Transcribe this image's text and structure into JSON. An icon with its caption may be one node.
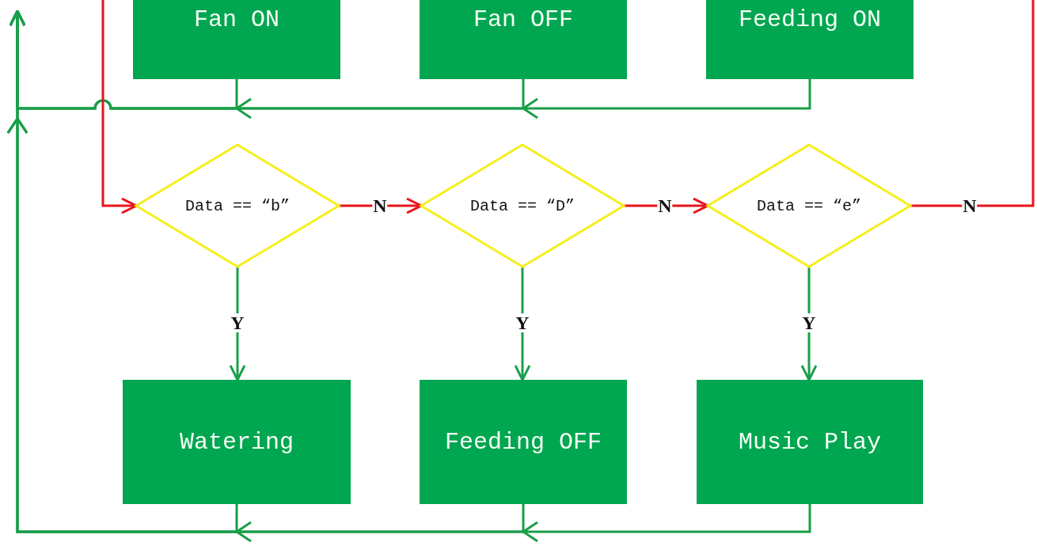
{
  "diagram": {
    "nodes": [
      {
        "text": [
          "Fan ON"
        ]
      },
      {
        "text": [
          "Fan OFF"
        ]
      },
      {
        "text": [
          "Feeding ON"
        ]
      },
      {
        "text": [
          "Data == “b”"
        ]
      },
      {
        "text": [
          "Data == “D”"
        ]
      },
      {
        "text": [
          "Data == “e”"
        ]
      },
      {
        "text": [
          "Watering"
        ]
      },
      {
        "text": [
          "Feeding OFF"
        ]
      },
      {
        "text": [
          "Music Play"
        ]
      }
    ],
    "edges": [
      {
        "from": 0,
        "to": null,
        "arrow": "to"
      },
      {
        "from": 1,
        "to": null,
        "arrow": "to"
      },
      {
        "from": 2,
        "to": null,
        "arrow": "to"
      },
      {
        "from": 6,
        "to": null,
        "arrow": "to"
      },
      {
        "from": 7,
        "to": null,
        "arrow": "to"
      },
      {
        "from": 8,
        "to": null,
        "arrow": "to"
      },
      {
        "from": null,
        "to": 3,
        "arrow": "to",
        "color": "#e8141c"
      },
      {
        "from": 3,
        "to": 4,
        "arrow": "to",
        "label": "N",
        "color": "#e8141c"
      },
      {
        "from": 4,
        "to": 5,
        "arrow": "to",
        "label": "N",
        "color": "#e8141c"
      },
      {
        "from": 5,
        "to": null,
        "arrow": "none",
        "label": "N",
        "color": "#e8141c"
      },
      {
        "from": 3,
        "to": 6,
        "arrow": "to",
        "label": "Y"
      },
      {
        "from": 4,
        "to": 7,
        "arrow": "to",
        "label": "Y"
      },
      {
        "from": 5,
        "to": 8,
        "arrow": "to",
        "label": "Y"
      }
    ]
  }
}
